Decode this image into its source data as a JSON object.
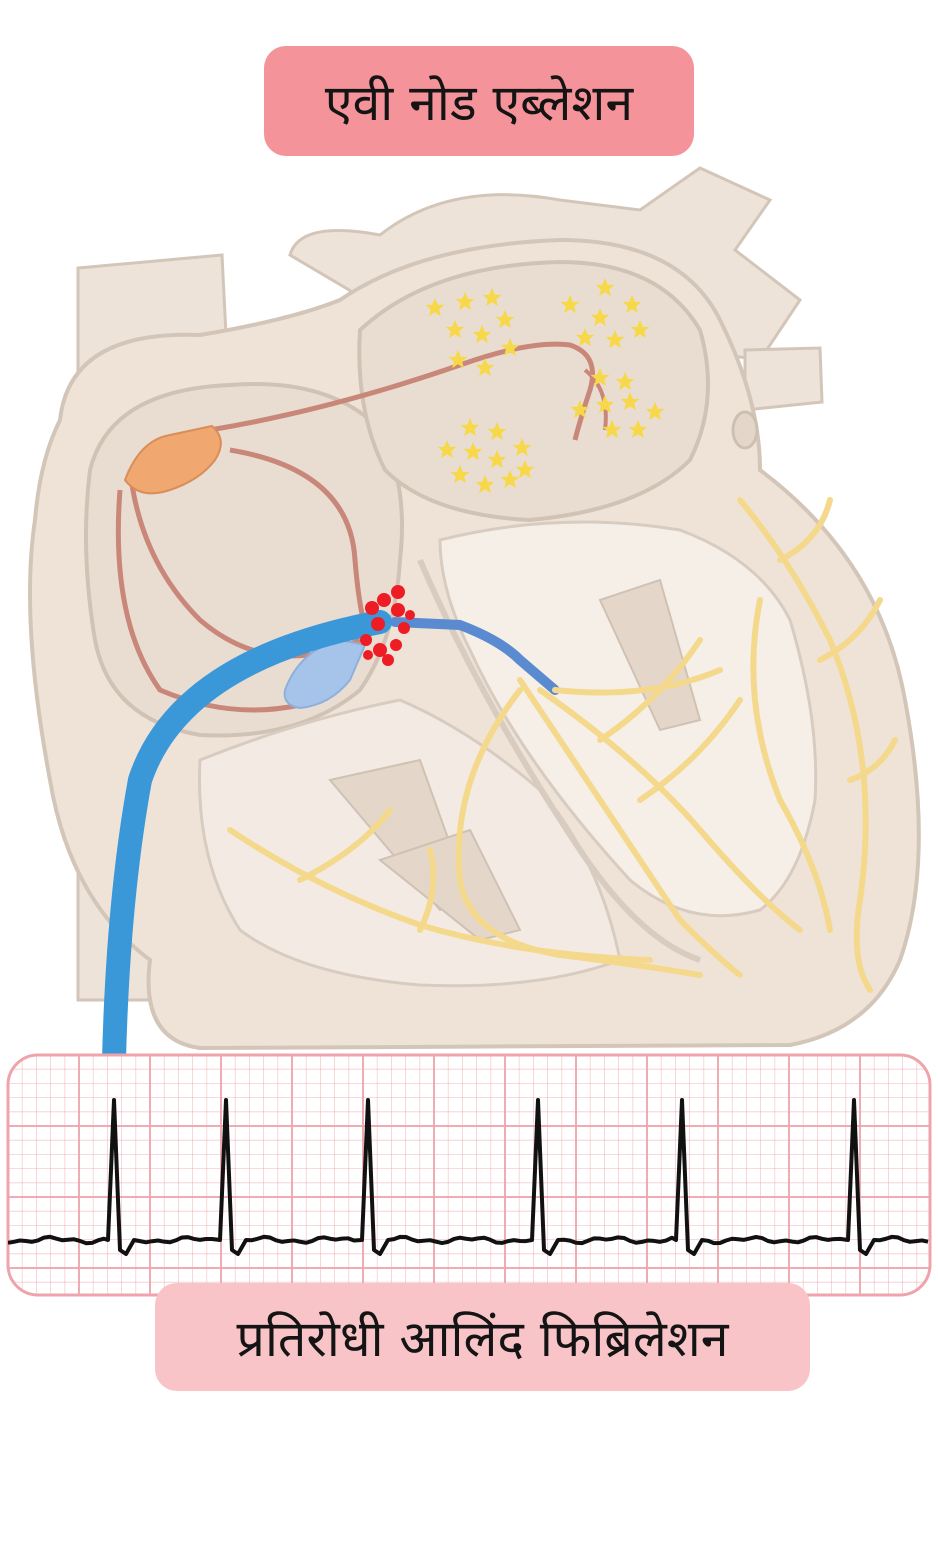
{
  "title": {
    "text": "एवी नोड एब्लेशन"
  },
  "bottom_label": {
    "text": "प्रतिरोधी आलिंद फिब्रिलेशन"
  },
  "colors": {
    "title_bg": "#f4949a",
    "bottom_bg": "#f9c4c8",
    "heart_tissue": "#efe3d8",
    "heart_outline": "#d3c6b9",
    "conduction_path": "#c9877a",
    "sa_node": "#f0a870",
    "catheter": "#3a97d8",
    "ablation_dots": "#ee1c24",
    "purkinje_fibers": "#f4d98c",
    "af_stars": "#f7d848",
    "ecg_grid": "#eea4aa",
    "ecg_trace": "#111111"
  },
  "icons": [
    "star-icon"
  ],
  "ecg": {
    "qrs_complex_count": 6
  }
}
